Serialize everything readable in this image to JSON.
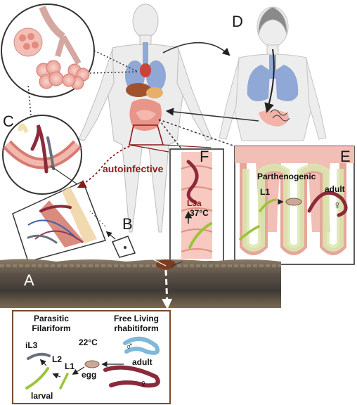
{
  "panels": {
    "A": "A",
    "B": "B",
    "C": "C",
    "D": "D",
    "E": "E",
    "F": "F"
  },
  "autoinfective_label": "autoinfective",
  "panel_E": {
    "parthenogenic": "Parthenogenic",
    "l1": "L1",
    "adult": "adult",
    "female_symbol": "♀"
  },
  "panel_F": {
    "l3a": "L3a",
    "temp": "37°C"
  },
  "lifecycle": {
    "parasitic_title_1": "Parasitic",
    "parasitic_title_2": "Filariform",
    "free_title_1": "Free Living",
    "free_title_2": "rhabitiform",
    "temp": "22°C",
    "il3": "iL3",
    "l2": "L2",
    "l1": "L1",
    "egg": "egg",
    "larval": "larval",
    "adult": "adult",
    "male_symbol": "♂",
    "female_symbol": "♀"
  },
  "colors": {
    "autoinfective": "#8b1a1a",
    "box_border": "#7a4a2a",
    "intestine": "#f2b3a8",
    "villi": "#d9e8b0",
    "lung": "#8fa8d6",
    "worm_red": "#8b2a3a",
    "worm_green": "#9cc43a",
    "worm_blue": "#7fb8d8"
  }
}
